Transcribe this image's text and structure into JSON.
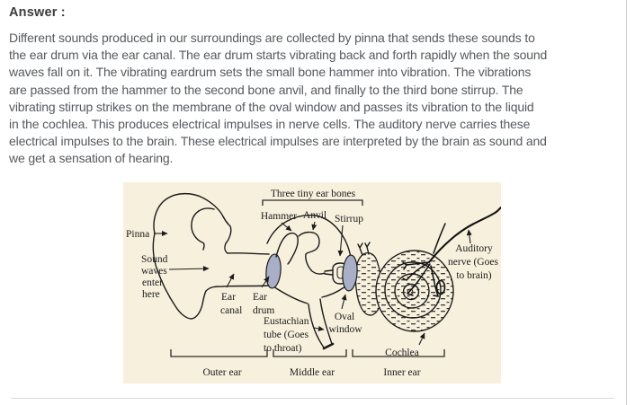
{
  "answer": {
    "heading": "Answer :",
    "body": "Different sounds produced in our surroundings are collected by pinna that sends these sounds to\nthe ear drum via the ear canal. The ear drum starts vibrating back and forth rapidly when the sound\nwaves fall on it. The vibrating eardrum sets the small bone hammer into vibration. The vibrations\nare passed from the hammer to the second bone anvil, and finally to the third bone stirrup. The\nvibrating stirrup strikes on the membrane of the oval window and passes its vibration to the liquid\nin the cochlea. This produces electrical impulses in nerve cells. The auditory nerve carries these\nelectrical impulses to the brain. These electrical impulses are interpreted by the brain as sound and\nwe get a sensation of hearing."
  },
  "diagram": {
    "labels": {
      "three_tiny": "Three tiny ear bones",
      "hammer": "Hammer",
      "anvil": "Anvil",
      "stirrup": "Stirrup",
      "pinna": "Pinna",
      "sound_waves": [
        "Sound",
        "waves",
        "enter",
        "here"
      ],
      "ear_canal": [
        "Ear",
        "canal"
      ],
      "ear_drum": [
        "Ear",
        "drum"
      ],
      "eustachian": [
        "Eustachian",
        "tube (Goes",
        "to throat)"
      ],
      "oval_window": [
        "Oval",
        "window"
      ],
      "cochlea": "Cochlea",
      "auditory": [
        "Auditory",
        "nerve (Goes",
        "to brain)"
      ],
      "outer_ear": "Outer ear",
      "middle_ear": "Middle ear",
      "inner_ear": "Inner ear"
    },
    "colors": {
      "background": "#f7f0dd",
      "line": "#1b1b1b",
      "membrane_fill": "#a8afc6"
    }
  },
  "page": {
    "body_text_color": "#565a5e",
    "heading_color": "#3c3c3c",
    "divider_color": "#d9d9d9"
  }
}
